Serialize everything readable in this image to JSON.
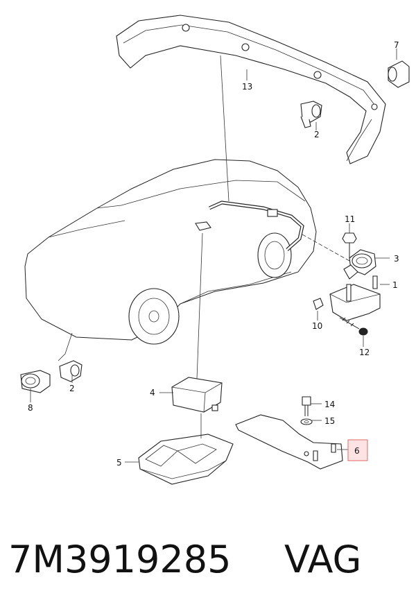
{
  "callouts": {
    "c1": "1",
    "c2a": "2",
    "c2b": "2",
    "c3": "3",
    "c4": "4",
    "c5": "5",
    "c6": "6",
    "c7": "7",
    "c8": "8",
    "c10": "10",
    "c11": "11",
    "c12": "12",
    "c13": "13",
    "c14": "14",
    "c15": "15"
  },
  "highlighted_callout": "6",
  "colors": {
    "highlight_fill": "#fde3e3",
    "highlight_border": "#e06a6a",
    "line": "#222222"
  },
  "caption": {
    "part_number": "7M3919285",
    "brand": "VAG"
  }
}
